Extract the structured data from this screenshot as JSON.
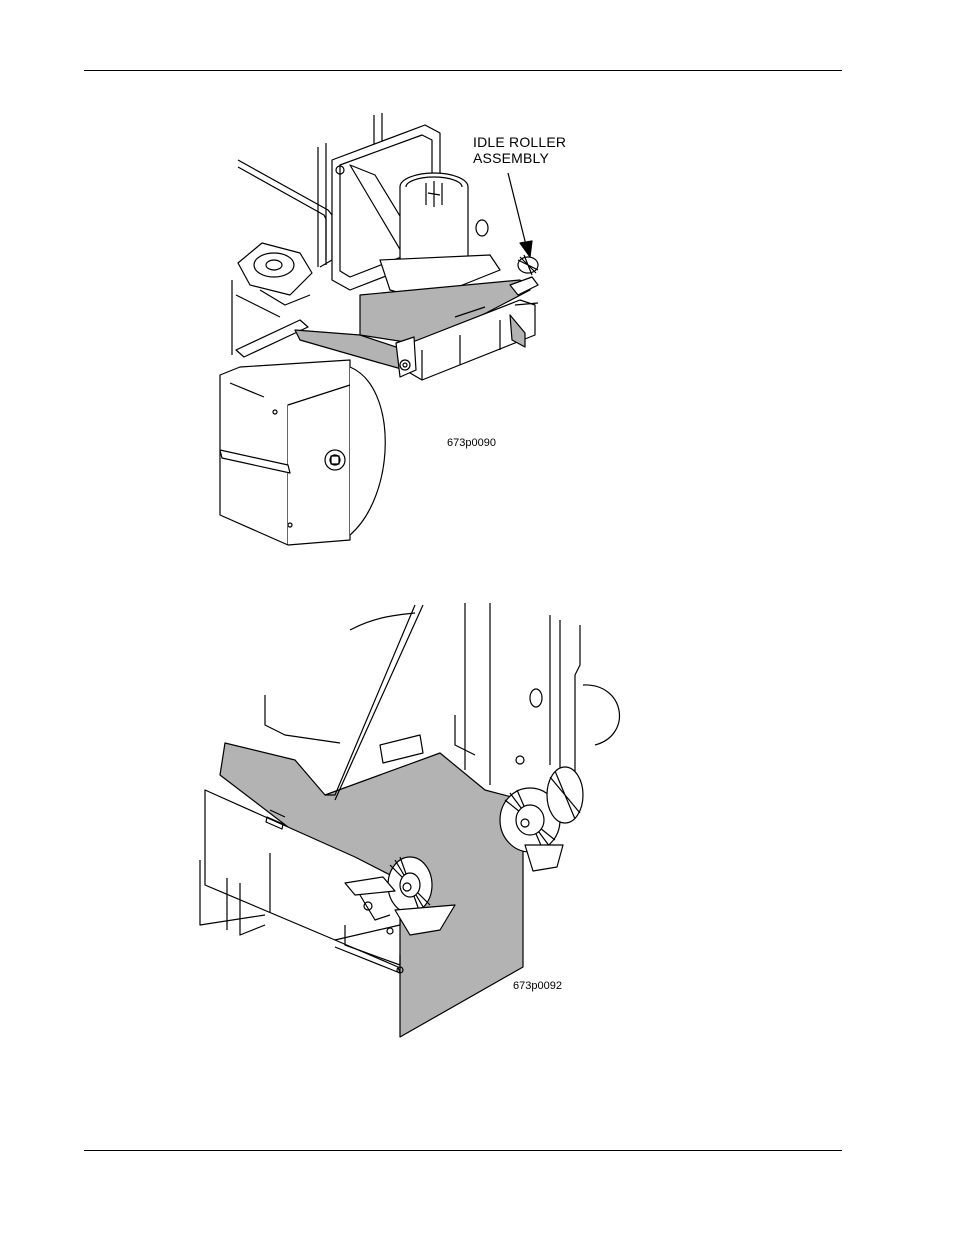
{
  "page": {
    "figures": [
      {
        "callout_line1": "IDLE ROLLER",
        "callout_line2": "ASSEMBLY",
        "figure_id": "673p0090"
      },
      {
        "figure_id": "673p0092"
      }
    ]
  }
}
